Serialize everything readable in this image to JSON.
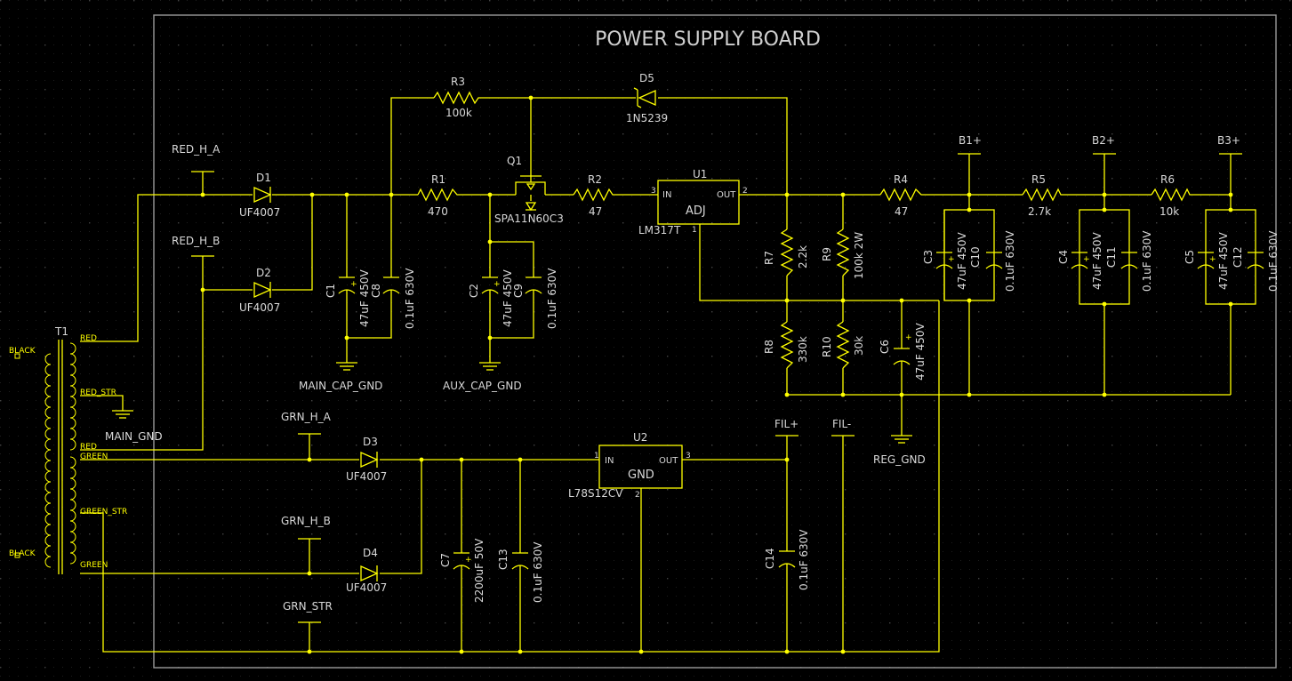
{
  "title": "POWER SUPPLY BOARD",
  "colors": {
    "wire": "#ffff00",
    "text": "#d8d8d8",
    "frame": "#9a9a9a",
    "background": "#000000"
  },
  "transformer": {
    "ref": "T1",
    "pins": [
      "RED",
      "RED_STR",
      "RED",
      "GREEN",
      "GREEN_STR",
      "GREEN"
    ],
    "primary": [
      "BLACK",
      "BLACK"
    ]
  },
  "nets": {
    "red_h_a": "RED_H_A",
    "red_h_b": "RED_H_B",
    "main_gnd": "MAIN_GND",
    "main_cap_gnd": "MAIN_CAP_GND",
    "aux_cap_gnd": "AUX_CAP_GND",
    "reg_gnd": "REG_GND",
    "grn_h_a": "GRN_H_A",
    "grn_h_b": "GRN_H_B",
    "grn_str": "GRN_STR",
    "fil_p": "FIL+",
    "fil_n": "FIL-",
    "b1": "B1+",
    "b2": "B2+",
    "b3": "B3+"
  },
  "diodes": {
    "d1": {
      "ref": "D1",
      "value": "UF4007"
    },
    "d2": {
      "ref": "D2",
      "value": "UF4007"
    },
    "d3": {
      "ref": "D3",
      "value": "UF4007"
    },
    "d4": {
      "ref": "D4",
      "value": "UF4007"
    },
    "d5": {
      "ref": "D5",
      "value": "1N5239"
    }
  },
  "resistors": {
    "r1": {
      "ref": "R1",
      "value": "470"
    },
    "r2": {
      "ref": "R2",
      "value": "47"
    },
    "r3": {
      "ref": "R3",
      "value": "100k"
    },
    "r4": {
      "ref": "R4",
      "value": "47"
    },
    "r5": {
      "ref": "R5",
      "value": "2.7k"
    },
    "r6": {
      "ref": "R6",
      "value": "10k"
    },
    "r7": {
      "ref": "R7",
      "value": "2.2k"
    },
    "r8": {
      "ref": "R8",
      "value": "330k"
    },
    "r9": {
      "ref": "R9",
      "value": "100k 2W"
    },
    "r10": {
      "ref": "R10",
      "value": "30k"
    }
  },
  "capacitors": {
    "c1": {
      "ref": "C1",
      "value": "47uF 450V"
    },
    "c2": {
      "ref": "C2",
      "value": "47uF 450V"
    },
    "c3": {
      "ref": "C3",
      "value": "47uF 450V"
    },
    "c4": {
      "ref": "C4",
      "value": "47uF 450V"
    },
    "c5": {
      "ref": "C5",
      "value": "47uF 450V"
    },
    "c6": {
      "ref": "C6",
      "value": "47uF 450V"
    },
    "c7": {
      "ref": "C7",
      "value": "2200uF 50V"
    },
    "c8": {
      "ref": "C8",
      "value": "0.1uF 630V"
    },
    "c9": {
      "ref": "C9",
      "value": "0.1uF 630V"
    },
    "c10": {
      "ref": "C10",
      "value": "0.1uF 630V"
    },
    "c11": {
      "ref": "C11",
      "value": "0.1uF 630V"
    },
    "c12": {
      "ref": "C12",
      "value": "0.1uF 630V"
    },
    "c13": {
      "ref": "C13",
      "value": "0.1uF 630V"
    },
    "c14": {
      "ref": "C14",
      "value": "0.1uF 630V"
    }
  },
  "mosfet": {
    "ref": "Q1",
    "value": "SPA11N60C3"
  },
  "regulators": {
    "u1": {
      "ref": "U1",
      "value": "LM317T",
      "in": "IN",
      "out": "OUT",
      "center": "ADJ",
      "pin_in": "3",
      "pin_out": "2",
      "pin_adj": "1"
    },
    "u2": {
      "ref": "U2",
      "value": "L78S12CV",
      "in": "IN",
      "out": "OUT",
      "center": "GND",
      "pin_in": "1",
      "pin_out": "3",
      "pin_gnd": "2"
    }
  },
  "polarity": "+"
}
